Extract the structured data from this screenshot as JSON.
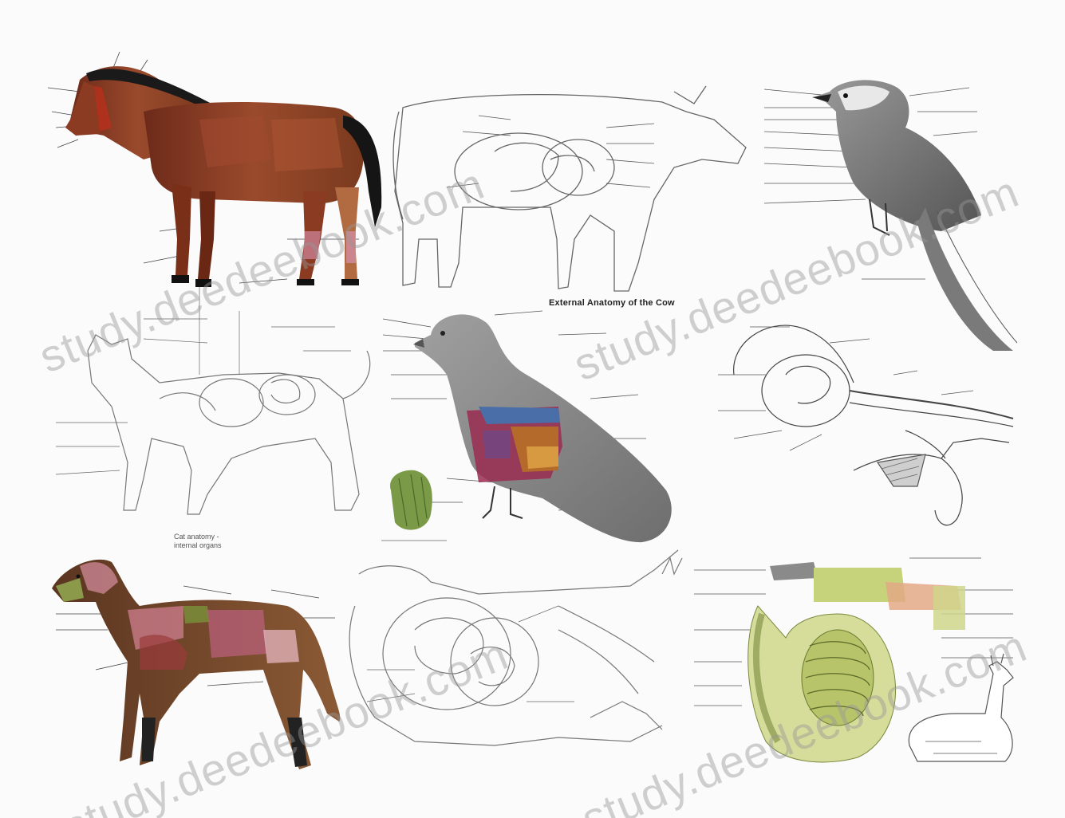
{
  "captions": {
    "cow": "External Anatomy of the Cow",
    "cat": "Cat anatomy - internal organs",
    "organ_detail": ""
  },
  "watermarks": [
    "study.deedeebook.com",
    "study.deedeebook.com",
    "study.deedeebook.com",
    "study.deedeebook.com"
  ],
  "panels": [
    {
      "id": "horse",
      "icon": "horse-icon"
    },
    {
      "id": "cow",
      "icon": "cow-icon"
    },
    {
      "id": "bird",
      "icon": "bird-icon"
    },
    {
      "id": "cat",
      "icon": "cat-icon"
    },
    {
      "id": "pigeon",
      "icon": "pigeon-icon"
    },
    {
      "id": "reproductive",
      "icon": "reproductive-system-icon"
    },
    {
      "id": "dog",
      "icon": "dog-icon"
    },
    {
      "id": "sheep",
      "icon": "sheep-icon"
    },
    {
      "id": "llama",
      "icon": "llama-icon"
    }
  ],
  "colors": {
    "horse": "#8a3b22",
    "dog": "#7a4a2a",
    "pigeon": "#8a8a8a",
    "bird": "#6f6f6f",
    "llama_organs": "#c8d080",
    "line": "#555555"
  }
}
